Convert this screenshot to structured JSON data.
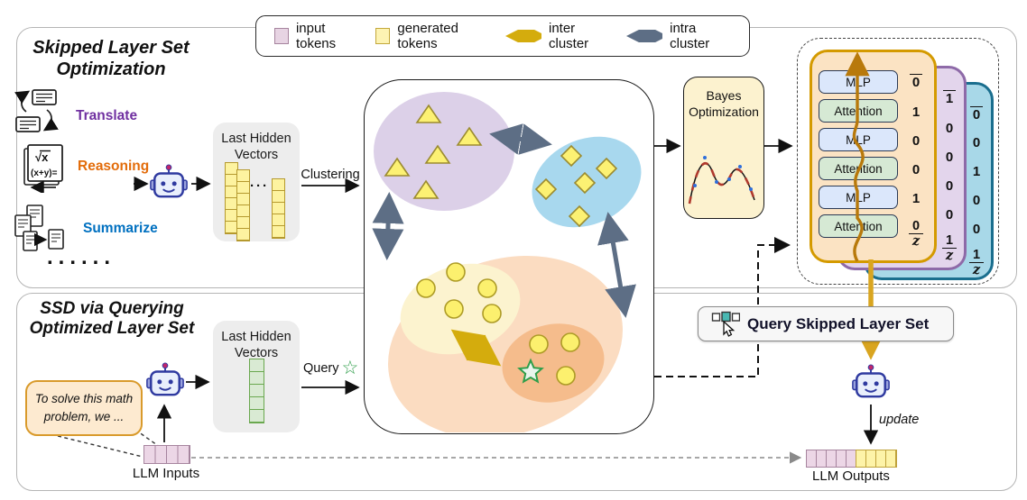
{
  "legend": {
    "items": [
      {
        "label": "input tokens",
        "swatch": "pink-square"
      },
      {
        "label": "generated tokens",
        "swatch": "yellow-square"
      },
      {
        "label": "inter cluster",
        "swatch": "yellow-double-arrow"
      },
      {
        "label": "intra cluster",
        "swatch": "slate-double-arrow"
      }
    ]
  },
  "top": {
    "title1": "Skipped Layer Set",
    "title2": "Optimization",
    "tasks": [
      {
        "label": "Translate",
        "color": "#7030A0"
      },
      {
        "label": "Reasoning",
        "color": "#E36C0A"
      },
      {
        "label": "Summarize",
        "color": "#0070C0"
      }
    ],
    "dots": "......",
    "clustering": "Clustering",
    "bayes1": "Bayes",
    "bayes2": "Optimization"
  },
  "shared": {
    "hidden1": "Last Hidden",
    "hidden2": "Vectors"
  },
  "stack": {
    "rows": [
      "MLP",
      "Attention",
      "MLP",
      "Attention",
      "MLP",
      "Attention"
    ],
    "cols": [
      {
        "values": [
          "0",
          "1",
          "0",
          "0",
          "1"
        ],
        "num": "0",
        "den": "z"
      },
      {
        "values": [
          "1",
          "0",
          "0",
          "0",
          "0"
        ],
        "num": "1",
        "den": "z"
      },
      {
        "values": [
          "0",
          "0",
          "1",
          "0",
          "0"
        ],
        "num": "1",
        "den": "z"
      }
    ]
  },
  "button": {
    "label": "Query Skipped Layer Set"
  },
  "bottom": {
    "title1": "SSD via Querying",
    "title2": "Optimized Layer Set",
    "bubble1": "To solve this math",
    "bubble2": "problem, we ...",
    "query": "Query",
    "star": "☆",
    "update": "update",
    "llm_in": "LLM Inputs",
    "llm_out": "LLM Outputs"
  },
  "icons": {
    "reasoning_text1": "√x",
    "reasoning_text2": "(x+y)="
  },
  "colors": {
    "gold_arrow": "#D9A520",
    "slate_arrow": "#5D6E85",
    "inter_cluster": "#D4AC0D",
    "purple_cluster": "#DCD0E8",
    "blue_cluster": "#A8D8EE",
    "orange_cluster": "#FBDCC1",
    "inner_yellow": "#FCF3CF",
    "inner_orange": "#F5BC8C",
    "panel_front_border": "#D49A00",
    "panel_purple_border": "#8E6AA8",
    "panel_blue_border": "#1A6E8E",
    "mlp_fill": "#DBE7FB",
    "attention_fill": "#D6E9D4",
    "translate": "#7030A0",
    "reasoning": "#E36C0A",
    "summarize": "#0070C0",
    "input_token": "#ECD6E6",
    "generated_token": "#FDF3A8",
    "query_star_green": "#2F9E4A"
  }
}
